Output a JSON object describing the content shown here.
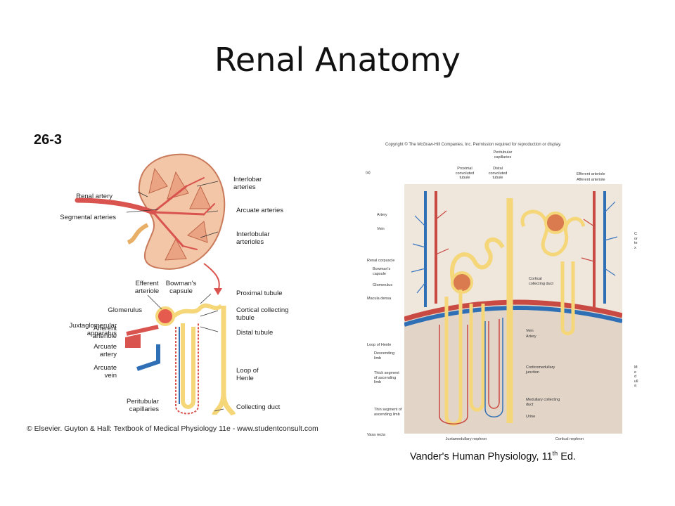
{
  "slide": {
    "title": "Renal Anatomy"
  },
  "left_figure": {
    "figure_number": "26-3",
    "labels": {
      "renal_artery": "Renal artery",
      "segmental_arteries": "Segmental arteries",
      "interlobar_arteries": "Interlobar arteries",
      "arcuate_arteries": "Arcuate arteries",
      "interlobular_arterioles": "Interlobular arterioles",
      "efferent_arteriole": "Efferent arteriole",
      "bowmans_capsule": "Bowman's capsule",
      "glomerulus": "Glomerulus",
      "juxtaglomerular_apparatus": "Juxtaglomerular apparatus",
      "afferent_arteriole": "Afferent arteriole",
      "arcuate_artery": "Arcuate artery",
      "arcuate_vein": "Arcuate vein",
      "peritubular_capillaries": "Peritubular capillaries",
      "proximal_tubule": "Proximal tubule",
      "cortical_collecting_tubule": "Cortical collecting tubule",
      "distal_tubule": "Distal tubule",
      "loop_of_henle": "Loop of Henle",
      "collecting_duct": "Collecting duct"
    },
    "credit": "© Elsevier. Guyton & Hall: Textbook of Medical Physiology 11e - www.studentconsult.com"
  },
  "right_figure": {
    "copyright": "Copyright © The McGraw-Hill Companies, Inc. Permission required for reproduction or display.",
    "panel_label": "(a)",
    "labels": {
      "peritubular_capillaries": "Peritubular capillaries",
      "proximal_convoluted_tubule": "Proximal convoluted tubule",
      "distal_convoluted_tubule": "Distal convoluted tubule",
      "efferent_arteriole": "Efferent arteriole",
      "afferent_arteriole": "Afferent arteriole",
      "artery": "Artery",
      "vein": "Vein",
      "renal_corpuscle": "Renal corpuscle",
      "bowmans_capsule": "Bowman's capsule",
      "glomerulus": "Glomerulus",
      "macula_densa": "Macula densa",
      "cortical_collecting_duct": "Cortical collecting duct",
      "vein2": "Vein",
      "artery2": "Artery",
      "loop_of_henle": "Loop of Henle",
      "descending_limb": "Descending limb",
      "thick_segment": "Thick segment of ascending limb",
      "thin_segment": "Thin segment of ascending limb",
      "vasa_recta": "Vasa recta",
      "corticomedullary_junction": "Corticomedullary junction",
      "medullary_collecting_duct": "Medullary collecting duct",
      "urine": "Urine",
      "juxtamedullary_nephron": "Juxtamedullary nephron",
      "cortical_nephron": "Cortical nephron",
      "cortex": "Cortex",
      "medulla": "Medulla"
    },
    "credit_main": "Vander's Human Physiology, 11",
    "credit_sup": "th",
    "credit_end": " Ed."
  },
  "colors": {
    "artery": "#d9534f",
    "vein": "#2f6fb5",
    "tubule": "#f5d77a",
    "kidney": "#f2c6a6"
  }
}
